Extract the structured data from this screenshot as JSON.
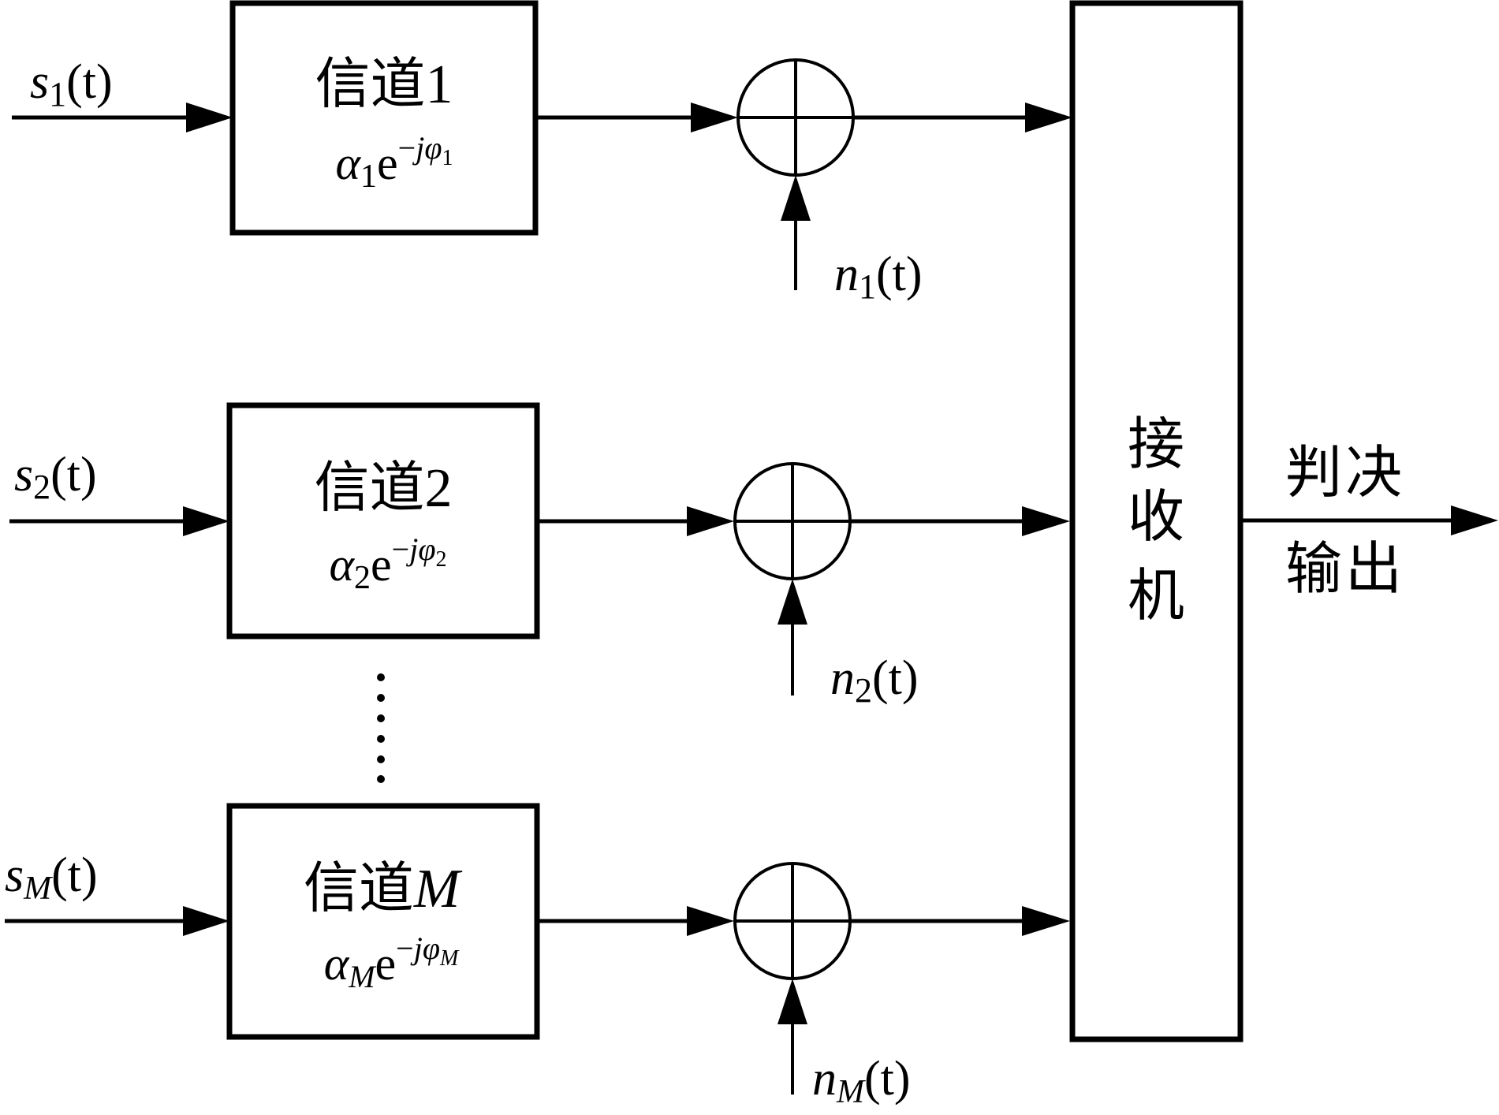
{
  "diagram": {
    "colors": {
      "line": "#000000",
      "background": "#ffffff"
    },
    "channels": [
      {
        "id": "1",
        "input": {
          "base": "s",
          "sub": "1",
          "arg": "(t)"
        },
        "title_cn": "信道",
        "title_idx": "1",
        "title_idx_italic": false,
        "gain": {
          "amp": "α",
          "amp_sub": "1",
          "exp_base": "e",
          "exp_sign": "−",
          "exp_j": "j",
          "exp_phi": "φ",
          "exp_phi_sub": "1"
        },
        "noise": {
          "base": "n",
          "sub": "1",
          "arg": "(t)"
        }
      },
      {
        "id": "2",
        "input": {
          "base": "s",
          "sub": "2",
          "arg": "(t)"
        },
        "title_cn": "信道",
        "title_idx": "2",
        "title_idx_italic": false,
        "gain": {
          "amp": "α",
          "amp_sub": "2",
          "exp_base": "e",
          "exp_sign": "−",
          "exp_j": "j",
          "exp_phi": "φ",
          "exp_phi_sub": "2"
        },
        "noise": {
          "base": "n",
          "sub": "2",
          "arg": "(t)"
        }
      },
      {
        "id": "M",
        "input": {
          "base": "s",
          "sub": "M",
          "arg": "(t)"
        },
        "title_cn": "信道",
        "title_idx": "M",
        "title_idx_italic": true,
        "gain": {
          "amp": "α",
          "amp_sub": "M",
          "exp_base": "e",
          "exp_sign": "−",
          "exp_j": "j",
          "exp_phi": "φ",
          "exp_phi_sub": "M"
        },
        "noise": {
          "base": "n",
          "sub": "M",
          "arg": "(t)"
        }
      }
    ],
    "ellipsis": "⋮",
    "summer_symbol": "adder",
    "receiver": {
      "chars": [
        "接",
        "收",
        "机"
      ]
    },
    "output": {
      "line1": "判决",
      "line2": "输出"
    }
  }
}
